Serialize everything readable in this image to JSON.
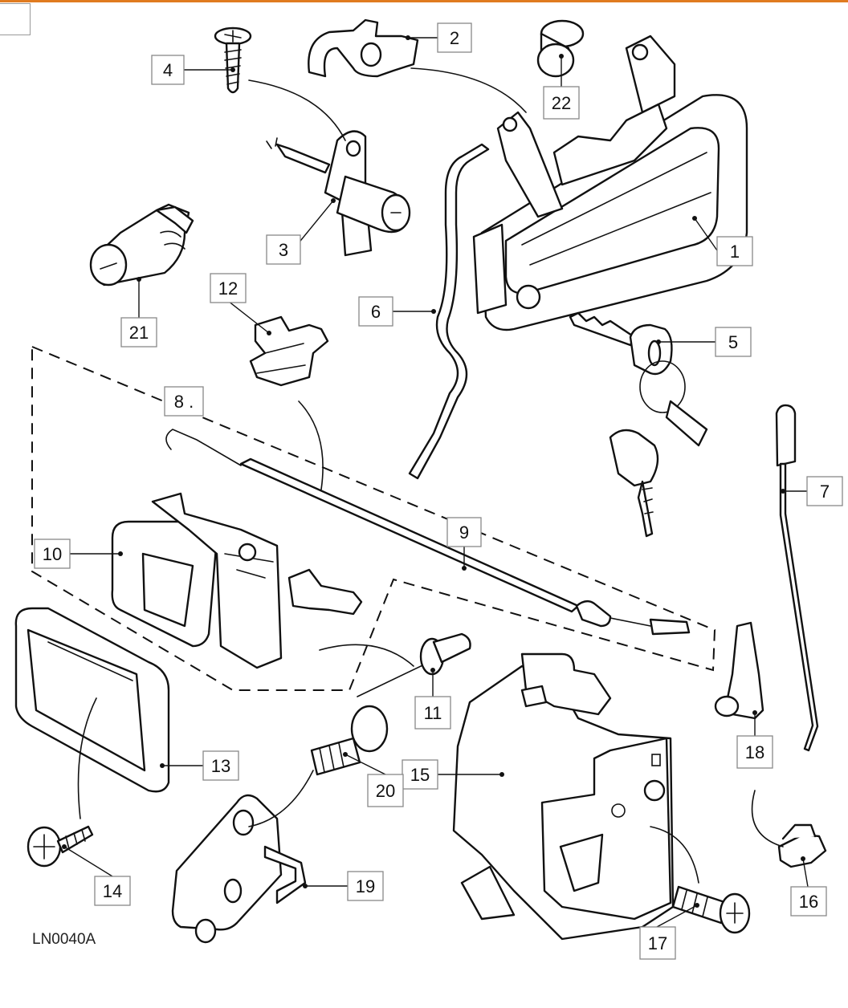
{
  "figure": {
    "code": "LN0040A",
    "callouts": [
      {
        "id": "c1",
        "label": "1"
      },
      {
        "id": "c2",
        "label": "2"
      },
      {
        "id": "c3",
        "label": "3"
      },
      {
        "id": "c4",
        "label": "4"
      },
      {
        "id": "c5",
        "label": "5"
      },
      {
        "id": "c6",
        "label": "6"
      },
      {
        "id": "c7",
        "label": "7"
      },
      {
        "id": "c8",
        "label": "8 ."
      },
      {
        "id": "c9",
        "label": "9"
      },
      {
        "id": "c10",
        "label": "10"
      },
      {
        "id": "c11",
        "label": "11"
      },
      {
        "id": "c12",
        "label": "12"
      },
      {
        "id": "c13",
        "label": "13"
      },
      {
        "id": "c14",
        "label": "14"
      },
      {
        "id": "c15",
        "label": "15"
      },
      {
        "id": "c16",
        "label": "16"
      },
      {
        "id": "c17",
        "label": "17"
      },
      {
        "id": "c18",
        "label": "18"
      },
      {
        "id": "c19",
        "label": "19"
      },
      {
        "id": "c20",
        "label": "20"
      },
      {
        "id": "c21",
        "label": "21"
      },
      {
        "id": "c22",
        "label": "22"
      }
    ]
  },
  "colors": {
    "accent_bar": "#e07b20",
    "line": "#111111",
    "box_border": "#888888"
  }
}
